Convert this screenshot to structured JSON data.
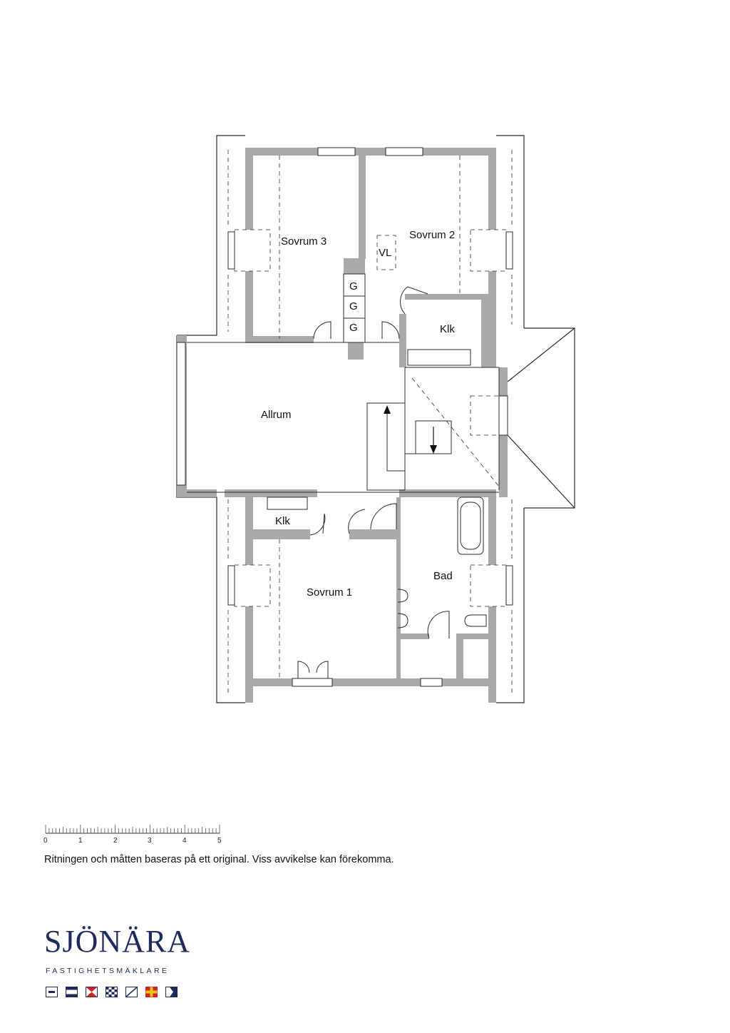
{
  "rooms": {
    "sovrum3": "Sovrum 3",
    "sovrum2": "Sovrum 2",
    "vl": "VL",
    "g1": "G",
    "g2": "G",
    "g3": "G",
    "klk_upper": "Klk",
    "allrum": "Allrum",
    "klk_lower": "Klk",
    "sovrum1": "Sovrum 1",
    "bad": "Bad"
  },
  "scale": {
    "ticks": [
      "0",
      "1",
      "2",
      "3",
      "4",
      "5"
    ]
  },
  "disclaimer": "Ritningen och måtten baseras på ett original. Viss avvikelse kan förekomma.",
  "brand": {
    "name": "SJÖNÄRA",
    "tagline": "FASTIGHETSMÄKLARE"
  },
  "colors": {
    "wall": "#a9a9a9",
    "line": "#2b2b2b",
    "brand": "#1f2a5c",
    "flag_red": "#c8242b",
    "flag_yellow": "#f1c40f"
  },
  "icons": [
    "signal-flag-1-icon",
    "signal-flag-2-icon",
    "signal-flag-3-icon",
    "signal-flag-4-icon",
    "signal-flag-5-icon",
    "signal-flag-6-icon",
    "signal-flag-7-icon"
  ]
}
